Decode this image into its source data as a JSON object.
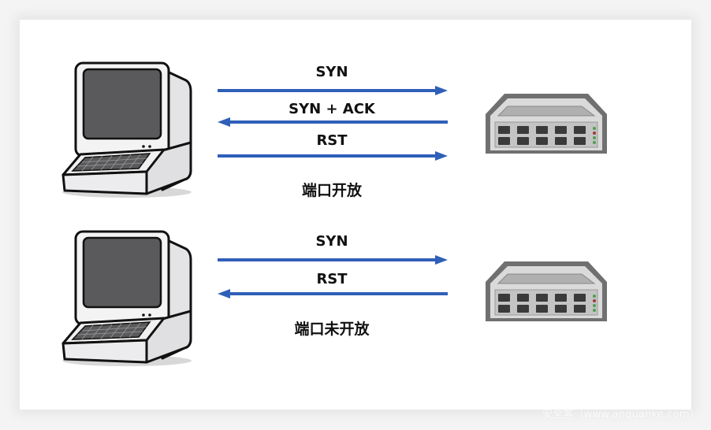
{
  "diagram": {
    "title": "TCP SYN port scan",
    "colors": {
      "arrow": "#2f5fb8",
      "screen": "#5a5a5c",
      "device_body": "#d9d9d9",
      "led_green": "#4fa04f",
      "led_red": "#a03a3a"
    },
    "scenarios": [
      {
        "client_icon": "computer-icon",
        "server_icon": "network-switch-icon",
        "messages": [
          {
            "label": "SYN",
            "direction": "client-to-server"
          },
          {
            "label": "SYN + ACK",
            "direction": "server-to-client"
          },
          {
            "label": "RST",
            "direction": "client-to-server"
          }
        ],
        "result": "端口开放"
      },
      {
        "client_icon": "computer-icon",
        "server_icon": "network-switch-icon",
        "messages": [
          {
            "label": "SYN",
            "direction": "client-to-server"
          },
          {
            "label": "RST",
            "direction": "server-to-client"
          }
        ],
        "result": "端口未开放"
      }
    ]
  },
  "watermark": "安全客（www.anquanke.com）"
}
